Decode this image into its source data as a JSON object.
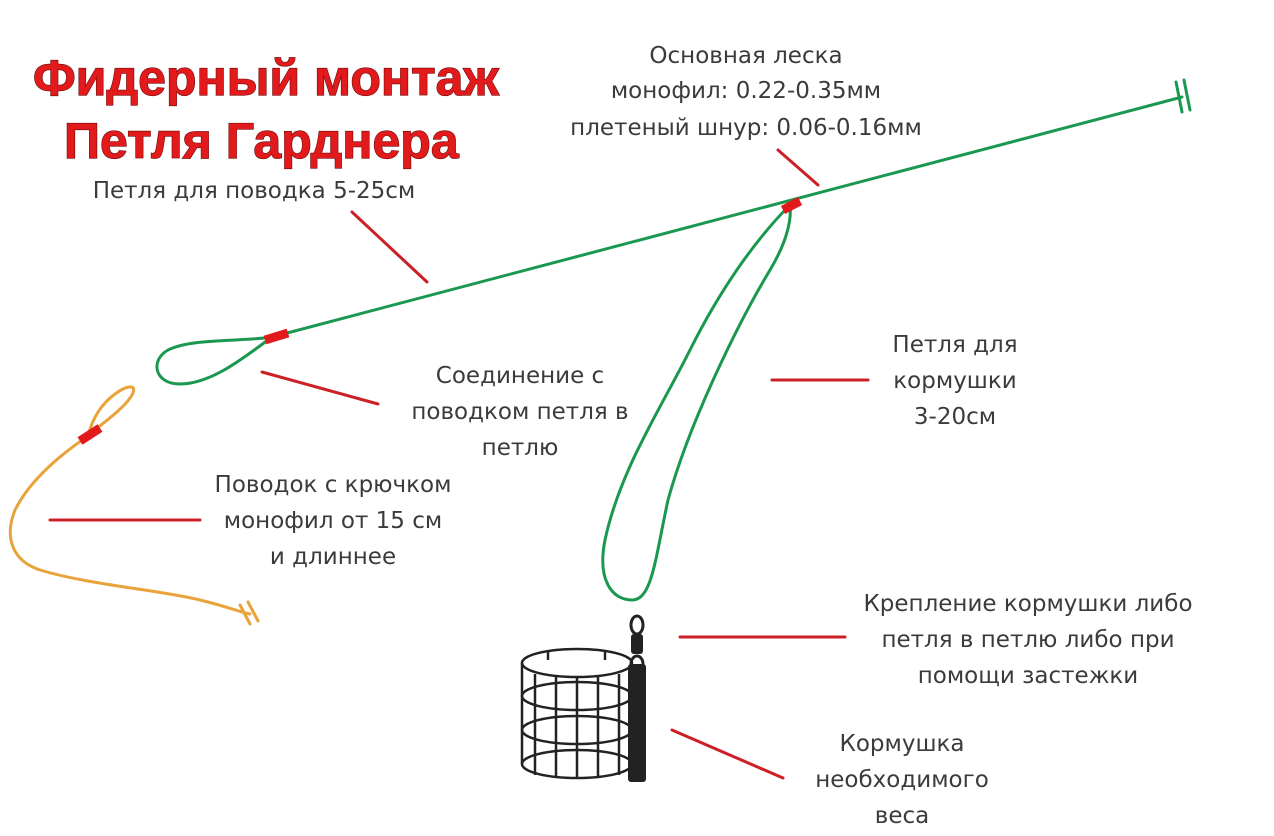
{
  "title": {
    "line1": "Фидерный монтаж",
    "line2": "Петля Гарднера"
  },
  "labels": {
    "main_line": [
      "Основная леска",
      "монофил: 0.22-0.35мм",
      "плетеный шнур: 0.06-0.16мм"
    ],
    "leader_loop": [
      "Петля для поводка 5-25см"
    ],
    "loop_connection": [
      "Соединение с",
      "поводком петля в",
      "петлю"
    ],
    "feeder_loop": [
      "Петля для",
      "кормушки",
      "3-20см"
    ],
    "hook_leader": [
      "Поводок с крючком",
      "монофил от 15 см",
      "и длиннее"
    ],
    "feeder_attach": [
      "Крепление кормушки либо",
      "петля в петлю либо при",
      "помощи застежки"
    ],
    "feeder": [
      "Кормушка",
      "необходимого",
      "веса"
    ]
  },
  "colors": {
    "title": "#e31a1c",
    "main_line": "#1a9850",
    "leader": "#e8a33a",
    "pointers": "#cc2027",
    "knots": "#e31a1c",
    "text": "#3b3b3b"
  }
}
